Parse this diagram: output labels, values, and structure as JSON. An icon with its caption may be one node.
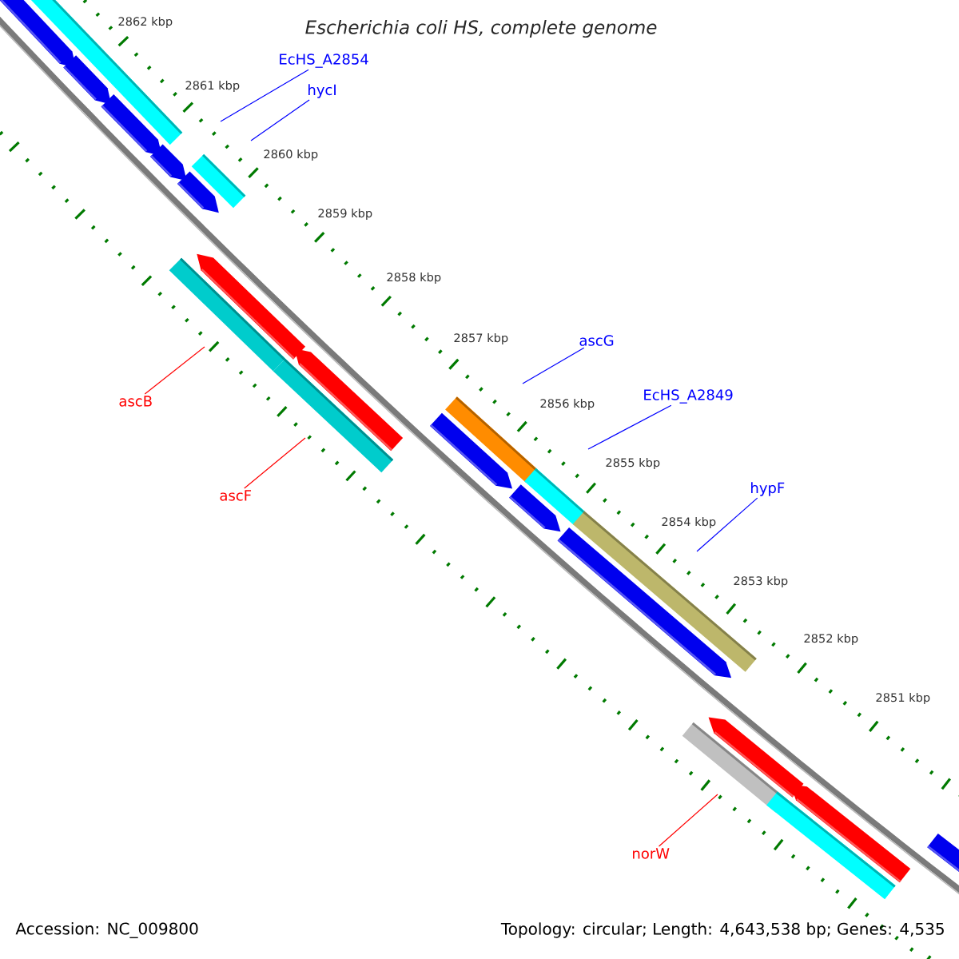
{
  "diagram": {
    "title": "Escherichia coli HS, complete genome",
    "nodes": [
      {
        "text": [
          "EcHS_A2854"
        ]
      },
      {
        "text": [
          "hycI"
        ]
      },
      {
        "text": [
          "ascG"
        ]
      },
      {
        "text": [
          "EcHS_A2849"
        ]
      },
      {
        "text": [
          "ascB"
        ]
      },
      {
        "text": [
          "hypF"
        ]
      },
      {
        "text": [
          "ascF"
        ]
      },
      {
        "text": [
          "norW"
        ]
      }
    ],
    "edges": [
      {
        "from": 0,
        "to": null,
        "arrow": "none"
      },
      {
        "from": 1,
        "to": null,
        "arrow": "none"
      },
      {
        "from": 2,
        "to": null,
        "arrow": "none"
      },
      {
        "from": 3,
        "to": null,
        "arrow": "none"
      },
      {
        "from": 4,
        "to": null,
        "arrow": "none",
        "color": "#ff0000"
      },
      {
        "from": 5,
        "to": null,
        "arrow": "none"
      },
      {
        "from": 6,
        "to": null,
        "arrow": "none",
        "color": "#ff0000"
      },
      {
        "from": 7,
        "to": null,
        "arrow": "none",
        "color": "#ff0000"
      }
    ],
    "labels": [
      "2862 kbp",
      "2861 kbp",
      "2860 kbp",
      "2859 kbp",
      "2858 kbp",
      "2857 kbp",
      "2856 kbp",
      "2855 kbp",
      "2854 kbp",
      "2853 kbp",
      "2852 kbp",
      "2851 kbp",
      "Accession: NC_009800",
      "Topology: circular; Length: 4,643,538 bp; Genes: 4,535"
    ]
  }
}
